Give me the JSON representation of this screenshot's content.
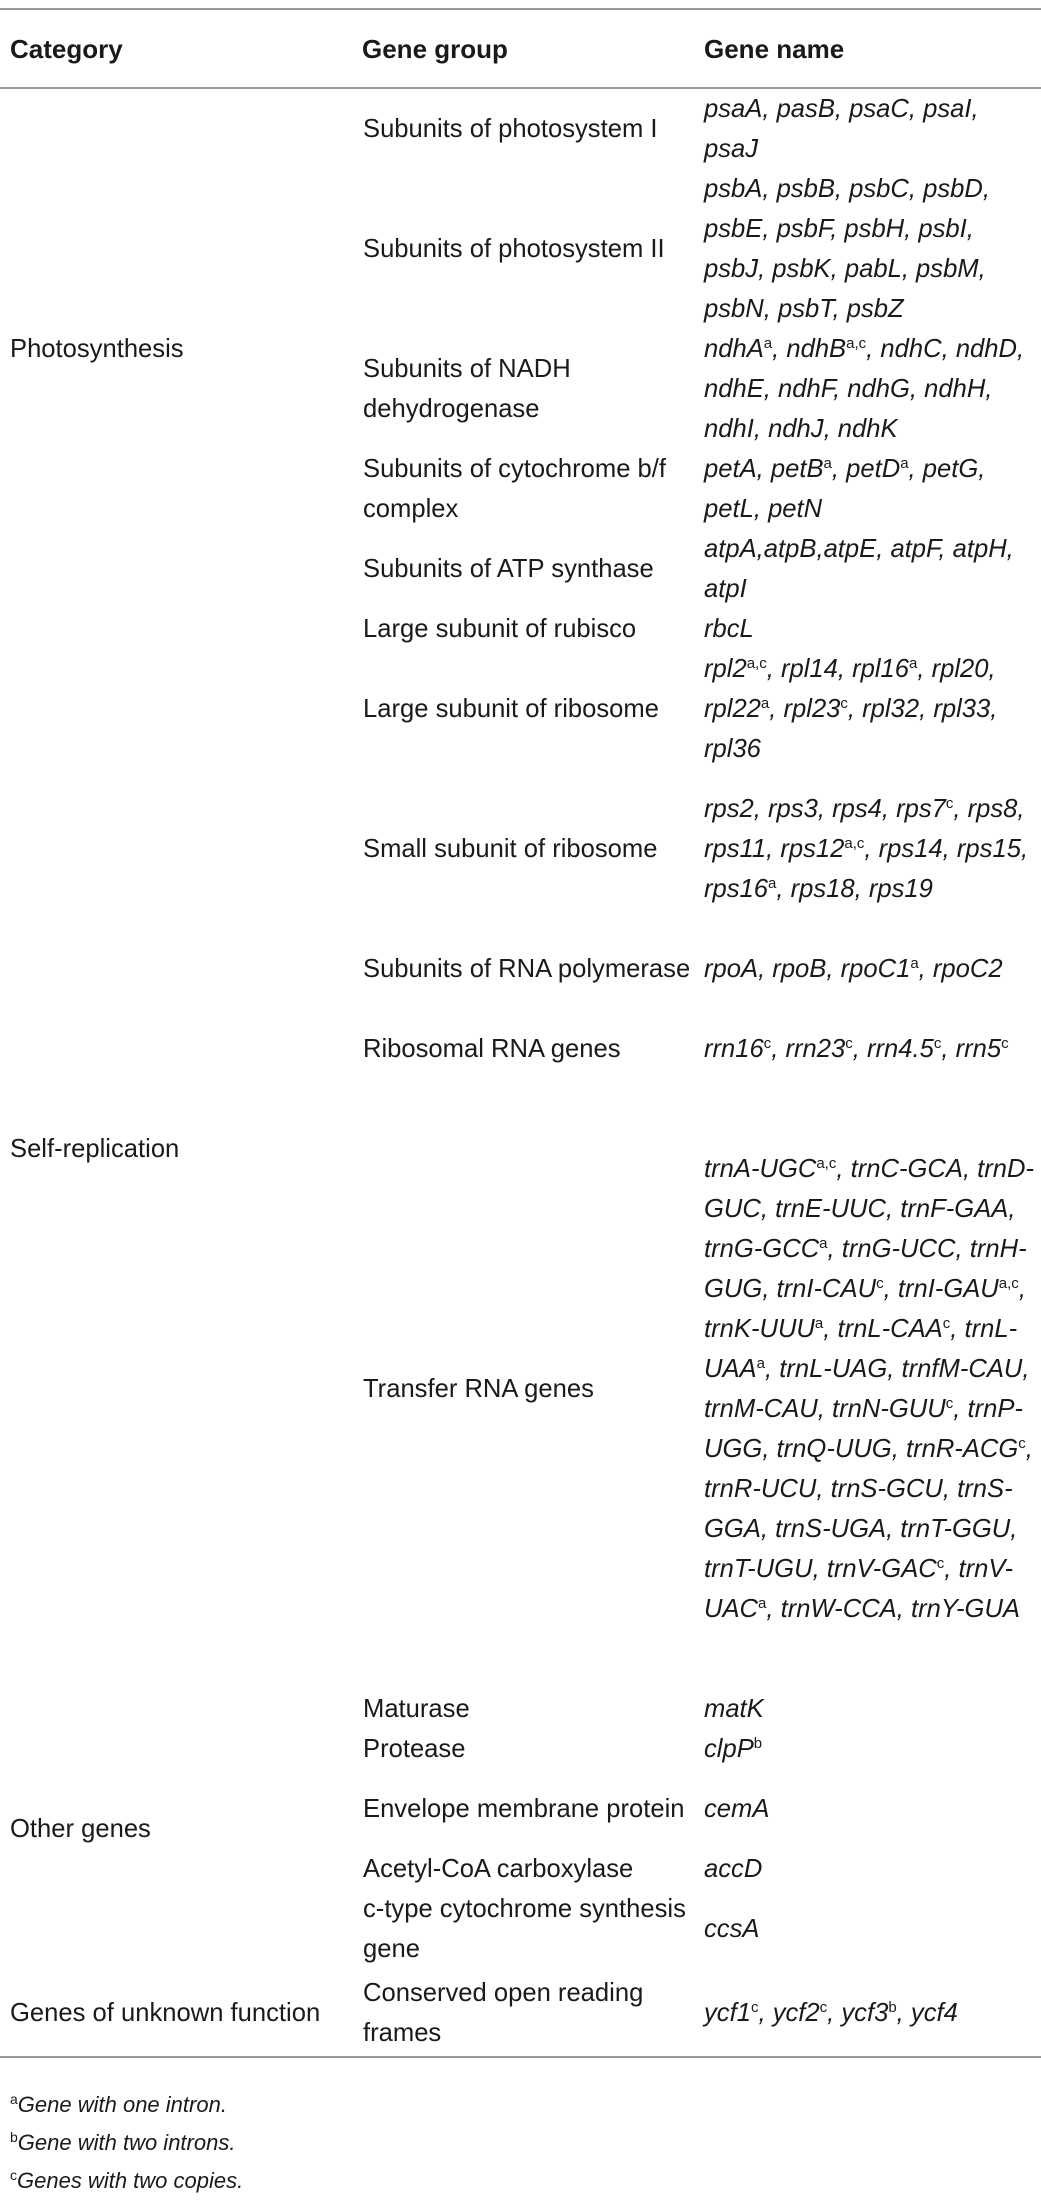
{
  "headers": {
    "category": "Category",
    "gene_group": "Gene group",
    "gene_name": "Gene name"
  },
  "categories": {
    "photosynthesis": "Photosynthesis",
    "self_replication": "Self-replication",
    "other_genes": "Other genes",
    "unknown_function": "Genes of unknown function"
  },
  "rows": [
    {
      "group": "Subunits of photosystem I",
      "genes": [
        {
          "name": "psaA"
        },
        {
          "name": "pasB"
        },
        {
          "name": "psaC"
        },
        {
          "name": "psaI"
        },
        {
          "name": "psaJ"
        }
      ]
    },
    {
      "group": "Subunits of photosystem II",
      "genes": [
        {
          "name": "psbA"
        },
        {
          "name": "psbB"
        },
        {
          "name": "psbC"
        },
        {
          "name": "psbD"
        },
        {
          "name": "psbE"
        },
        {
          "name": "psbF"
        },
        {
          "name": "psbH"
        },
        {
          "name": "psbI"
        },
        {
          "name": "psbJ"
        },
        {
          "name": "psbK"
        },
        {
          "name": "pabL"
        },
        {
          "name": "psbM"
        },
        {
          "name": "psbN"
        },
        {
          "name": "psbT"
        },
        {
          "name": "psbZ"
        }
      ]
    },
    {
      "group": "Subunits of NADH dehydrogenase",
      "genes": [
        {
          "name": "ndhA",
          "sup": "a"
        },
        {
          "name": "ndhB",
          "sup": "a,c"
        },
        {
          "name": "ndhC"
        },
        {
          "name": "ndhD"
        },
        {
          "name": "ndhE"
        },
        {
          "name": "ndhF"
        },
        {
          "name": "ndhG"
        },
        {
          "name": "ndhH"
        },
        {
          "name": "ndhI"
        },
        {
          "name": "ndhJ"
        },
        {
          "name": "ndhK"
        }
      ]
    },
    {
      "group": "Subunits of cytochrome b/f complex",
      "genes": [
        {
          "name": "petA"
        },
        {
          "name": "petB",
          "sup": "a"
        },
        {
          "name": "petD",
          "sup": "a"
        },
        {
          "name": "petG"
        },
        {
          "name": "petL"
        },
        {
          "name": "petN"
        }
      ]
    },
    {
      "group": "Subunits of ATP synthase",
      "genes": [
        {
          "name": "atpA"
        },
        {
          "name": "atpB",
          "tight": true
        },
        {
          "name": "atpE",
          "tight": true
        },
        {
          "name": "atpF"
        },
        {
          "name": "atpH"
        },
        {
          "name": "atpI"
        }
      ]
    },
    {
      "group": "Large subunit of rubisco",
      "genes": [
        {
          "name": "rbcL"
        }
      ]
    },
    {
      "group": "Large subunit of ribosome",
      "genes": [
        {
          "name": "rpl2",
          "sup": "a,c"
        },
        {
          "name": "rpl14"
        },
        {
          "name": "rpl16",
          "sup": "a"
        },
        {
          "name": "rpl20"
        },
        {
          "name": "rpl22",
          "sup": "a"
        },
        {
          "name": "rpl23",
          "sup": "c"
        },
        {
          "name": "rpl32"
        },
        {
          "name": "rpl33"
        },
        {
          "name": "rpl36"
        }
      ]
    },
    {
      "group": "Small subunit of ribosome",
      "genes": [
        {
          "name": "rps2"
        },
        {
          "name": "rps3"
        },
        {
          "name": "rps4"
        },
        {
          "name": "rps7",
          "sup": "c"
        },
        {
          "name": "rps8"
        },
        {
          "name": "rps11"
        },
        {
          "name": "rps12",
          "sup": "a,c"
        },
        {
          "name": "rps14"
        },
        {
          "name": "rps15"
        },
        {
          "name": "rps16",
          "sup": "a"
        },
        {
          "name": "rps18"
        },
        {
          "name": "rps19"
        }
      ]
    },
    {
      "group": "Subunits of RNA polymerase",
      "genes": [
        {
          "name": "rpoA"
        },
        {
          "name": "rpoB"
        },
        {
          "name": "rpoC1",
          "sup": "a"
        },
        {
          "name": "rpoC2"
        }
      ]
    },
    {
      "group": "Ribosomal RNA genes",
      "genes": [
        {
          "name": "rrn16",
          "sup": "c"
        },
        {
          "name": "rrn23",
          "sup": "c"
        },
        {
          "name": "rrn4.5",
          "sup": "c"
        },
        {
          "name": "rrn5",
          "sup": "c"
        }
      ]
    },
    {
      "group": "Transfer RNA genes",
      "genes": [
        {
          "name": "trnA-UGC",
          "sup": "a,c"
        },
        {
          "name": "trnC-GCA"
        },
        {
          "name": "trnD-GUC"
        },
        {
          "name": "trnE-UUC"
        },
        {
          "name": "trnF-GAA"
        },
        {
          "name": "trnG-GCC",
          "sup": "a"
        },
        {
          "name": "trnG-UCC"
        },
        {
          "name": "trnH-GUG"
        },
        {
          "name": "trnI-CAU",
          "sup": "c"
        },
        {
          "name": "trnI-GAU",
          "sup": "a,c"
        },
        {
          "name": "trnK-UUU",
          "sup": "a"
        },
        {
          "name": "trnL-CAA",
          "sup": "c"
        },
        {
          "name": "trnL-UAA",
          "sup": "a"
        },
        {
          "name": "trnL-UAG"
        },
        {
          "name": "trnfM-CAU"
        },
        {
          "name": "trnM-CAU"
        },
        {
          "name": "trnN-GUU",
          "sup": "c"
        },
        {
          "name": "trnP-UGG"
        },
        {
          "name": "trnQ-UUG"
        },
        {
          "name": "trnR-ACG",
          "sup": "c"
        },
        {
          "name": "trnR-UCU"
        },
        {
          "name": "trnS-GCU"
        },
        {
          "name": "trnS-GGA"
        },
        {
          "name": "trnS-UGA"
        },
        {
          "name": "trnT-GGU"
        },
        {
          "name": "trnT-UGU"
        },
        {
          "name": "trnV-GAC",
          "sup": "c"
        },
        {
          "name": "trnV-UAC",
          "sup": "a"
        },
        {
          "name": "trnW-CCA"
        },
        {
          "name": "trnY-GUA"
        }
      ]
    },
    {
      "group": "Maturase",
      "genes": [
        {
          "name": "matK"
        }
      ]
    },
    {
      "group": "Protease",
      "genes": [
        {
          "name": "clpP",
          "sup": "b"
        }
      ]
    },
    {
      "group": "Envelope membrane protein",
      "genes": [
        {
          "name": "cemA"
        }
      ]
    },
    {
      "group": "Acetyl-CoA carboxylase",
      "genes": [
        {
          "name": "accD"
        }
      ]
    },
    {
      "group": "c-type cytochrome synthesis gene",
      "genes": [
        {
          "name": "ccsA"
        }
      ]
    },
    {
      "group": "Conserved open reading frames",
      "genes": [
        {
          "name": "ycf1",
          "sup": "c"
        },
        {
          "name": "ycf2",
          "sup": "c"
        },
        {
          "name": "ycf3",
          "sup": "b"
        },
        {
          "name": "ycf4"
        }
      ]
    }
  ],
  "footnotes": [
    {
      "mark": "a",
      "text": "Gene with one intron."
    },
    {
      "mark": "b",
      "text": "Gene with two introns."
    },
    {
      "mark": "c",
      "text": "Genes with two copies."
    }
  ]
}
